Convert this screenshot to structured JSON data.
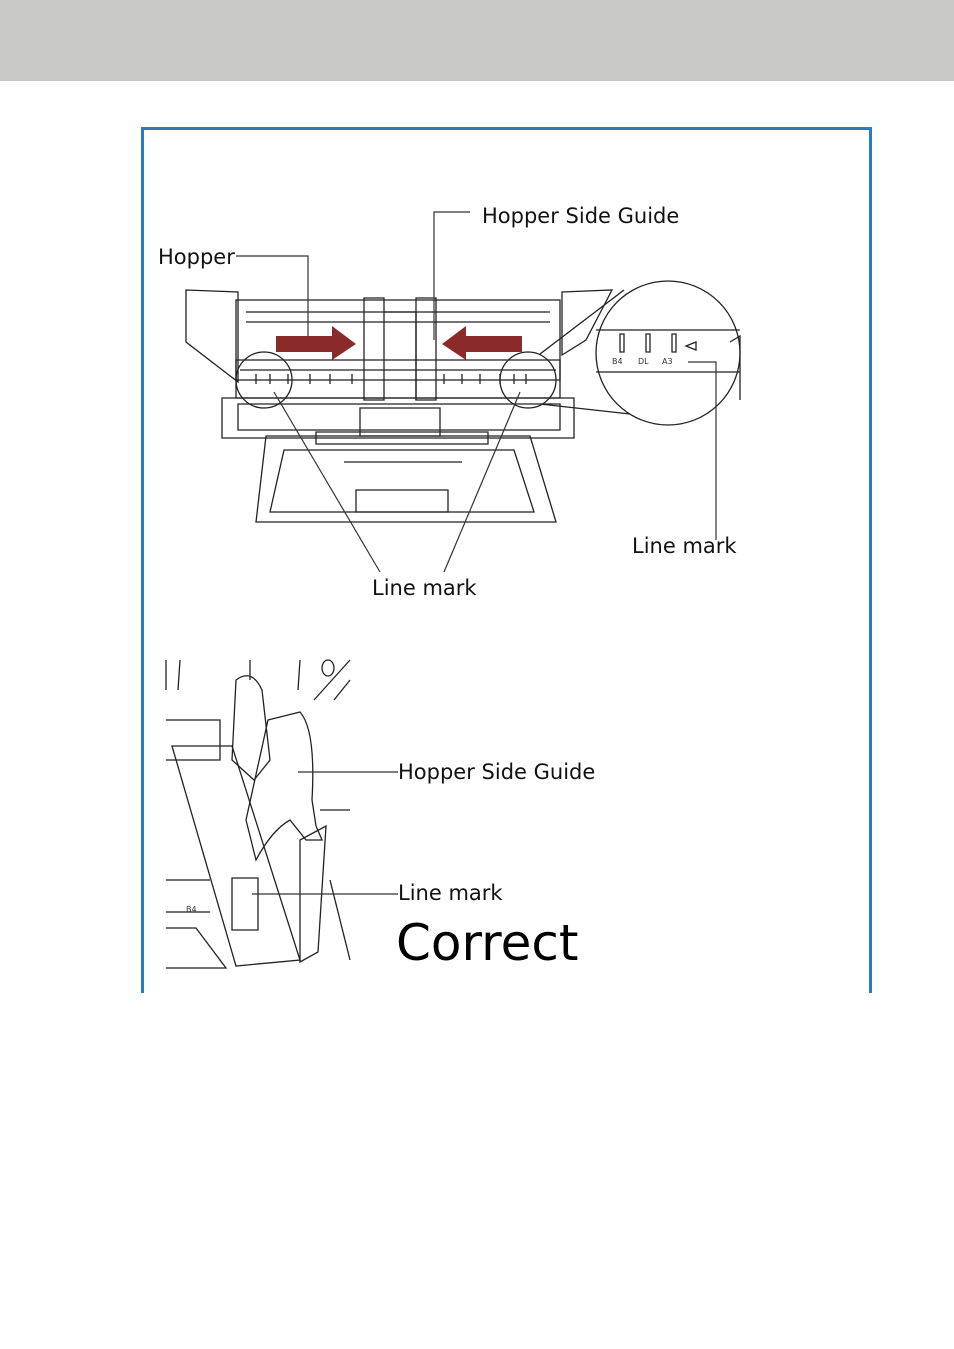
{
  "labels": {
    "hopper": "Hopper",
    "hopper_side_guide_top": "Hopper Side Guide",
    "line_mark_right": "Line mark",
    "line_mark_bottom": "Line mark",
    "hopper_side_guide_side": "Hopper Side Guide",
    "line_mark_side": "Line mark",
    "correct": "Correct"
  },
  "scale_marks": [
    "B4",
    "DL",
    "A3"
  ],
  "side_mark": "B4",
  "colors": {
    "header_bar": "#c8c8c4",
    "frame_border": "#2a7ac0",
    "arrow": "#8b2a2a"
  },
  "icons": [
    "arrow-right-icon",
    "arrow-left-icon"
  ]
}
